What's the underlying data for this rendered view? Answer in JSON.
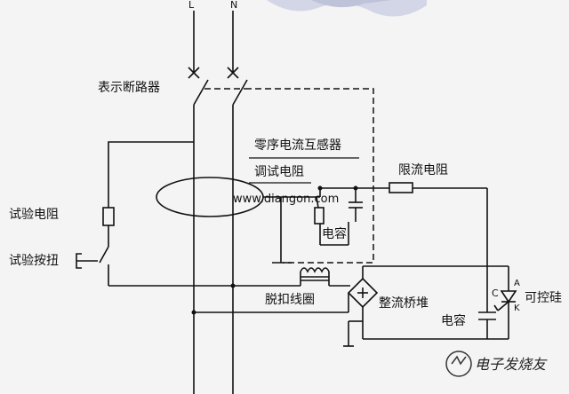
{
  "diagram": {
    "terminal_L": "L",
    "terminal_N": "N",
    "breaker_label": "表示断路器",
    "zero_seq_ct_label": "零序电流互感器",
    "debug_resistor_label": "调试电阻",
    "watermark_url": "www.diangon.com",
    "current_limit_resistor_label": "限流电阻",
    "test_resistor_label": "试验电阻",
    "test_button_label": "试验按扭",
    "capacitor_label_1": "电容",
    "trip_coil_label": "脱扣线圈",
    "rectifier_bridge_label": "整流桥堆",
    "capacitor_label_2": "电容",
    "thyristor_label": "可控硅",
    "pin_A": "A",
    "pin_C": "C",
    "pin_K": "K",
    "site_logo_text": "电子发烧友"
  },
  "colors": {
    "background": "#f4f4f4",
    "line": "#111111",
    "decor": "#c9cce0"
  }
}
